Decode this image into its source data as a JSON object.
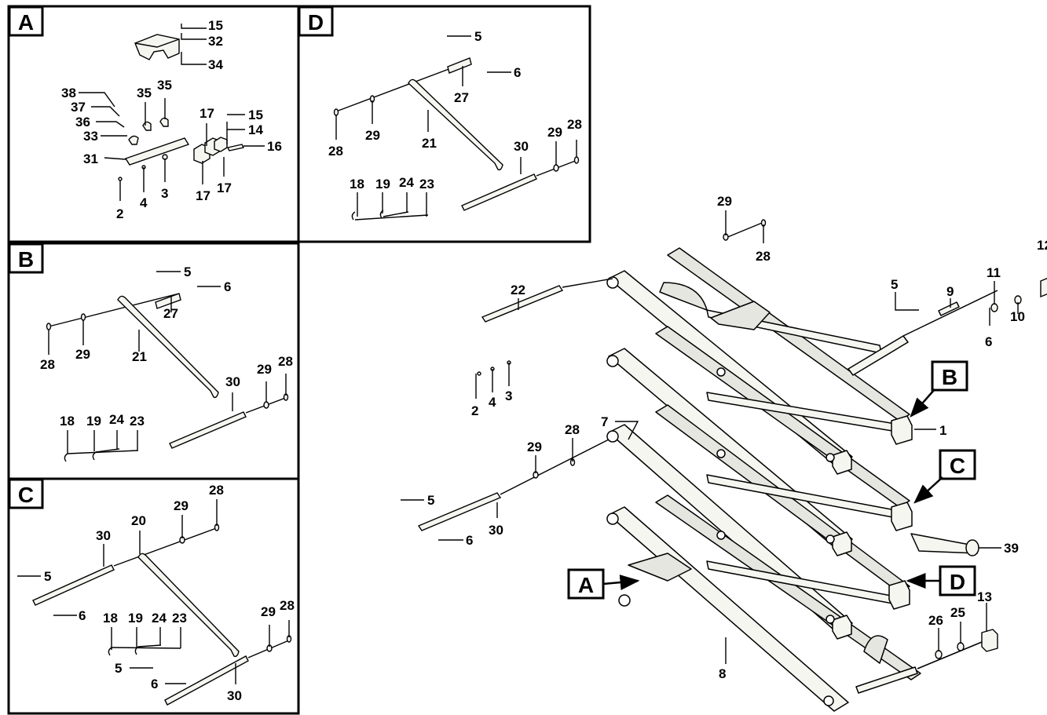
{
  "colors": {
    "ink": "#000000",
    "paper": "#ffffff",
    "part_fill": "#f6f6f1",
    "shade": "#e6e6e0"
  },
  "panels": {
    "A": {
      "label": "A",
      "callouts": [
        "15",
        "32",
        "34",
        "38",
        "37",
        "36",
        "33",
        "31",
        "35",
        "35",
        "17",
        "15",
        "14",
        "16",
        "17",
        "17",
        "2",
        "4",
        "3"
      ]
    },
    "B": {
      "label": "B",
      "callouts": [
        "5",
        "6",
        "27",
        "21",
        "28",
        "29",
        "30",
        "29",
        "28",
        "18",
        "19",
        "24",
        "23"
      ]
    },
    "C": {
      "label": "C",
      "callouts": [
        "28",
        "29",
        "20",
        "30",
        "5",
        "6",
        "18",
        "19",
        "24",
        "23",
        "29",
        "28",
        "5",
        "6",
        "30"
      ]
    },
    "D": {
      "label": "D",
      "callouts": [
        "5",
        "6",
        "27",
        "21",
        "28",
        "29",
        "30",
        "29",
        "28",
        "18",
        "19",
        "24",
        "23"
      ]
    }
  },
  "main": {
    "pointer_tags": [
      "A",
      "B",
      "C",
      "D"
    ],
    "callouts": [
      "29",
      "28",
      "22",
      "2",
      "4",
      "3",
      "5",
      "9",
      "11",
      "12",
      "10",
      "6",
      "1",
      "7",
      "28",
      "29",
      "5",
      "30",
      "6",
      "39",
      "8",
      "26",
      "25",
      "13"
    ]
  }
}
